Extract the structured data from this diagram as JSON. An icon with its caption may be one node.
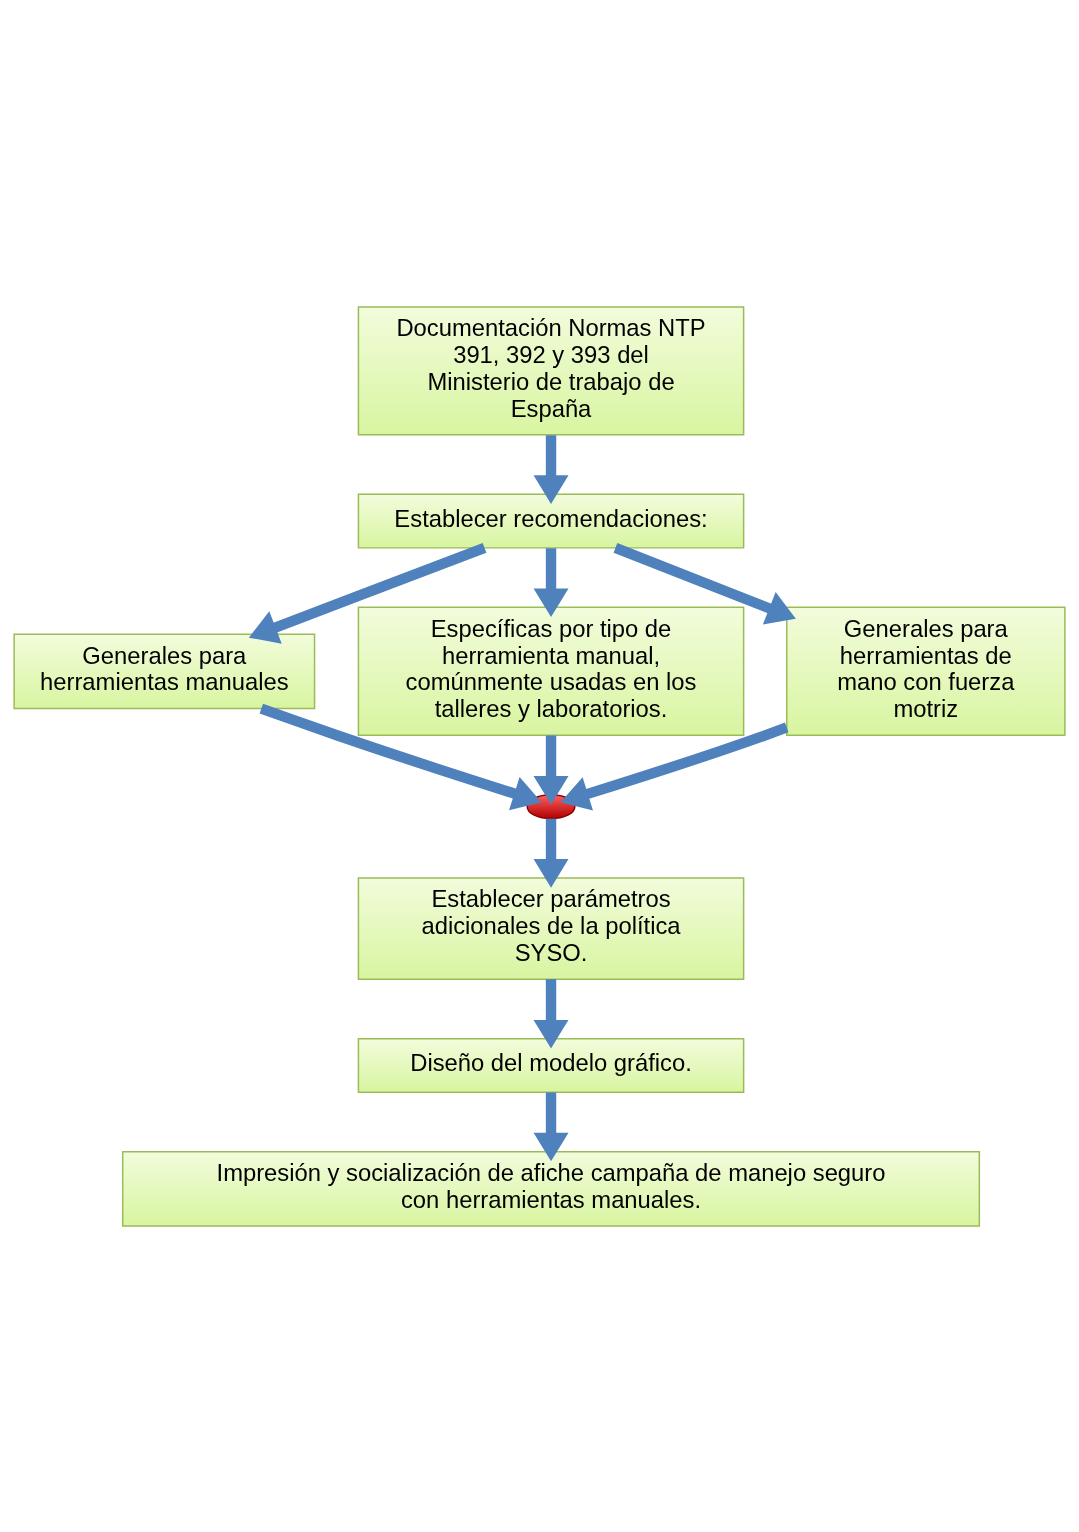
{
  "diagram": {
    "nodes": [
      {
        "text": [
          "Documentación Normas NTP 391, 392 y 393 del Ministerio de trabajo de España"
        ]
      },
      {
        "text": [
          "Establecer recomendaciones:"
        ]
      },
      {
        "text": [
          "Generales para herramientas manuales"
        ]
      },
      {
        "text": [
          "Específicas por tipo de herramienta manual, comúnmente usadas en los talleres y laboratorios."
        ]
      },
      {
        "text": [
          "Generales para herramientas de mano con fuerza motriz"
        ]
      },
      {
        "text": [],
        "shape": "ellipse"
      },
      {
        "text": [
          "Establecer parámetros adicionales de la política SYSO."
        ]
      },
      {
        "text": [
          "Diseño del modelo gráfico."
        ]
      },
      {
        "text": [
          "Impresión y socialización de afiche campaña de manejo seguro con herramientas manuales."
        ]
      }
    ],
    "edges": [
      {
        "from": 0,
        "to": 1,
        "arrow": "to"
      },
      {
        "from": 1,
        "to": 2,
        "arrow": "to"
      },
      {
        "from": 1,
        "to": 3,
        "arrow": "to"
      },
      {
        "from": 1,
        "to": 4,
        "arrow": "to"
      },
      {
        "from": 2,
        "to": 5,
        "arrow": "to"
      },
      {
        "from": 3,
        "to": 5,
        "arrow": "to"
      },
      {
        "from": 4,
        "to": 5,
        "arrow": "to"
      },
      {
        "from": 5,
        "to": 6,
        "arrow": "to"
      },
      {
        "from": 6,
        "to": 7,
        "arrow": "to"
      },
      {
        "from": 7,
        "to": 8,
        "arrow": "to"
      }
    ]
  }
}
